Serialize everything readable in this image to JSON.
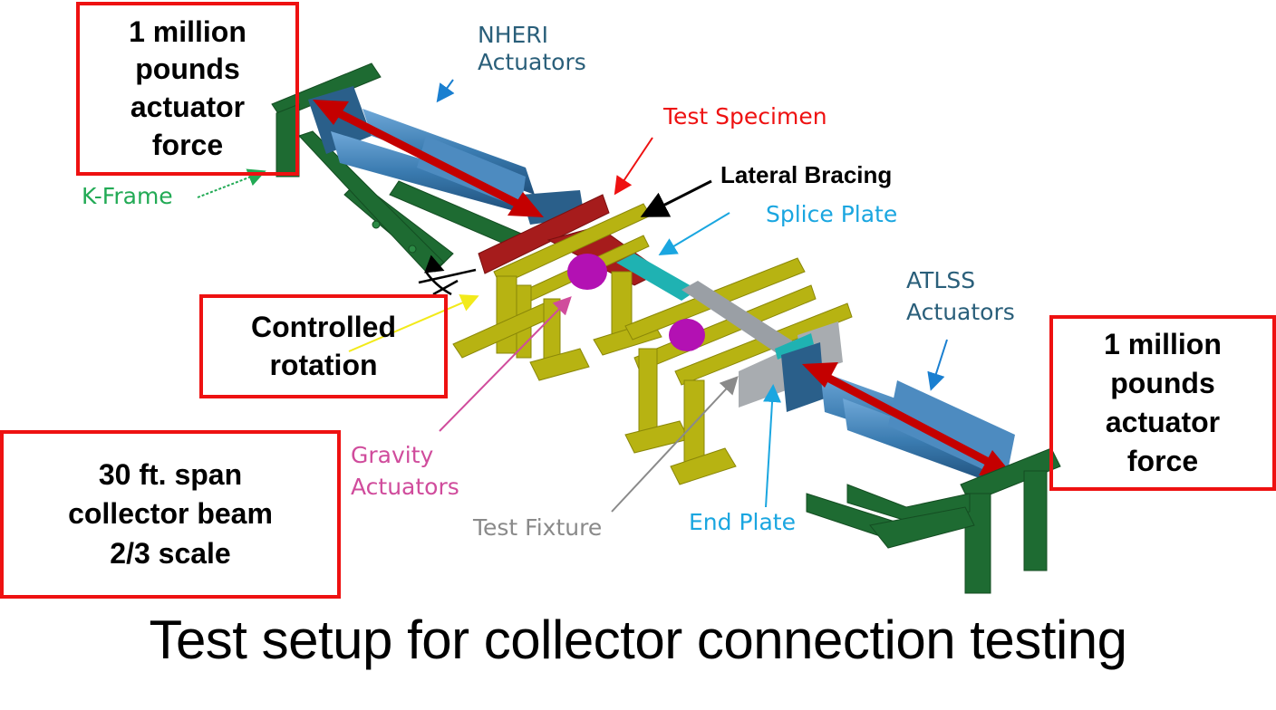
{
  "caption": "Test setup for collector connection testing",
  "boxes": {
    "force_left": "1 million\npounds\nactuator\nforce",
    "force_right": "1 million\npounds\nactuator\nforce",
    "rotation": "Controlled\nrotation",
    "span": "30 ft. span\ncollector beam\n2/3 scale"
  },
  "labels": {
    "nheri": "NHERI\nActuators",
    "test_specimen": "Test Specimen",
    "lateral_bracing": "Lateral Bracing",
    "splice_plate": "Splice Plate",
    "k_frame": "K-Frame",
    "atlss": "ATLSS\nActuators",
    "gravity": "Gravity\nActuators",
    "test_fixture": "Test Fixture",
    "end_plate": "End Plate"
  },
  "colors": {
    "box_border": "#ee1111",
    "nheri": "#2a5f7a",
    "atlss": "#2a5f7a",
    "test_specimen": "#ee1111",
    "lateral_bracing": "#000000",
    "splice_plate": "#1aa6e0",
    "end_plate": "#1aa6e0",
    "k_frame": "#22aa55",
    "gravity": "#d04c9c",
    "test_fixture": "#8a8a8a",
    "frame_green": "#1e6b32",
    "actuator_blue": "#3a7bb0",
    "specimen_red": "#a61c1c",
    "fixture_yellow": "#b7b312",
    "gravity_magenta": "#b311b3",
    "plate_teal": "#1fb2b2",
    "beam_gray": "#9a9fa5",
    "force_arrow": "#c40000"
  }
}
